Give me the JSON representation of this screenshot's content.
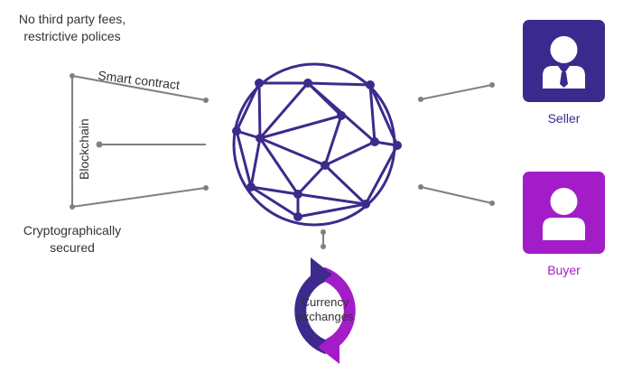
{
  "labels": {
    "fees": [
      "No third party fees,",
      "restrictive polices"
    ],
    "smart_contract": "Smart contract",
    "blockchain": "Blockchain",
    "crypto": [
      "Cryptographically",
      "secured"
    ],
    "currency": [
      "Currency",
      "exchanges"
    ],
    "seller": "Seller",
    "buyer": "Buyer"
  },
  "colors": {
    "network": "#3d2a8c",
    "seller_box": "#3b2a8e",
    "buyer_box": "#a21cc7",
    "connector": "#808080",
    "text": "#333333",
    "cycle_dark": "#3d2a8c",
    "cycle_light": "#a21cc7"
  },
  "icons": {
    "network": "globe-network-icon",
    "seller": "businessman-icon",
    "buyer": "person-icon",
    "cycle": "exchange-cycle-icon"
  }
}
